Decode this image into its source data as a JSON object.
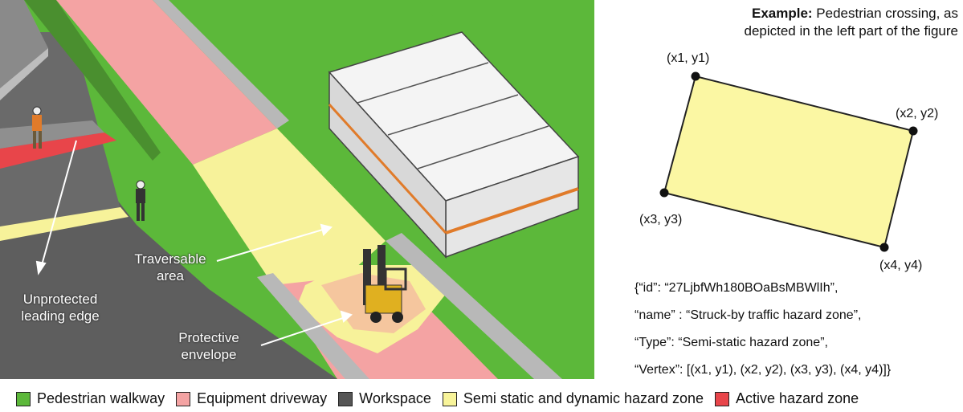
{
  "scene": {
    "labels": {
      "traversable": "Traversable\narea",
      "unprotected": "Unprotected\nleading edge",
      "protective": "Protective\nenvelope"
    }
  },
  "example": {
    "prefix": "Example:",
    "text": " Pedestrian crossing, as",
    "line2": "depicted in the left part of the figure"
  },
  "vertices": [
    {
      "label": "(x1, y1)"
    },
    {
      "label": "(x2, y2)"
    },
    {
      "label": "(x3, y3)"
    },
    {
      "label": "(x4, y4)"
    }
  ],
  "json_lines": [
    "{“id”: “27LjbfWh180BOaBsMBWlIh”,",
    "“name” : “Struck-by traffic hazard zone”,",
    "“Type”: “Semi-static hazard zone”,",
    "“Vertex”: [(x1, y1), (x2, y2), (x3, y3), (x4, y4)]}"
  ],
  "legend": [
    {
      "label": "Pedestrian walkway",
      "color": "#5cb83a"
    },
    {
      "label": "Equipment driveway",
      "color": "#f4a3a3"
    },
    {
      "label": "Workspace",
      "color": "#555555"
    },
    {
      "label": "Semi static and dynamic hazard zone",
      "color": "#f8f49a"
    },
    {
      "label": "Active hazard zone",
      "color": "#e8454a"
    }
  ],
  "colors": {
    "polygon_fill": "#fbf7a3",
    "walkway": "#5cb83a",
    "driveway": "#f4a3a3",
    "workspace": "#5a5a5a",
    "hazard_yellow": "#f7f29a",
    "active_red": "#e8454a"
  }
}
